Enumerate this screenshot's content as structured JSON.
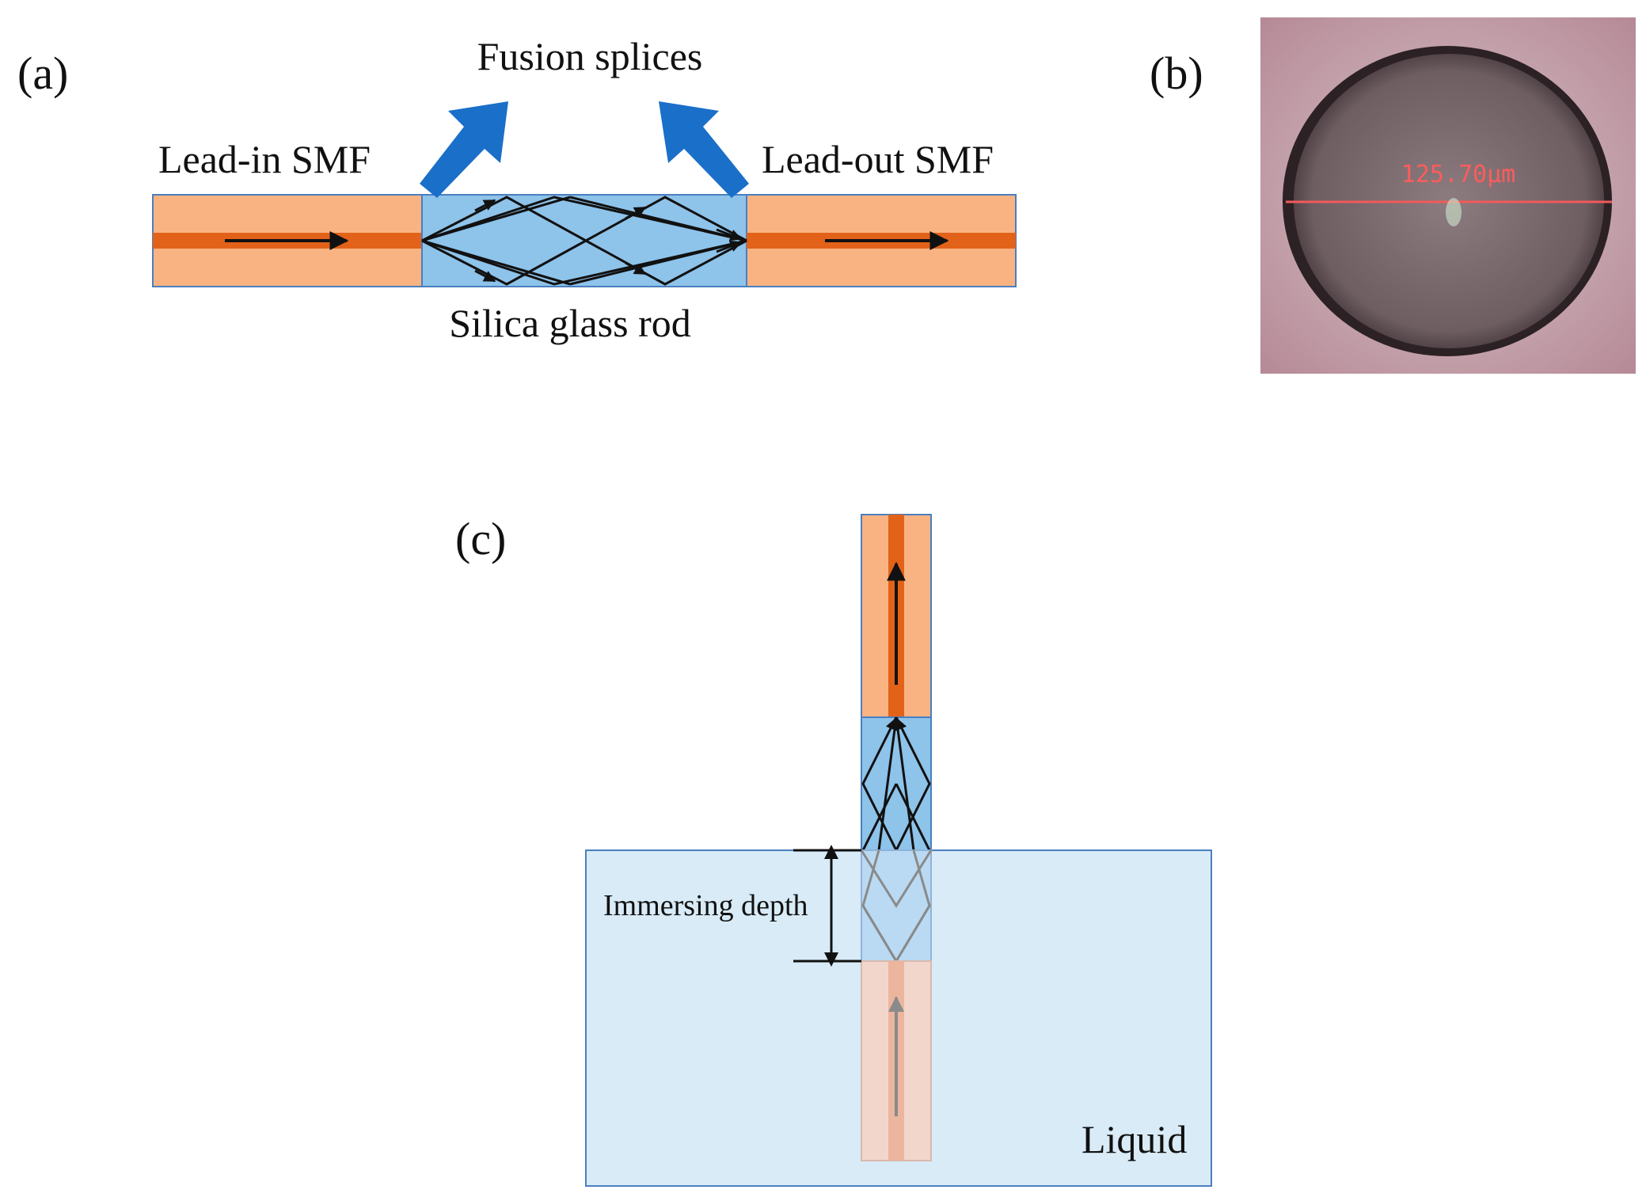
{
  "panels": {
    "a": {
      "tag": "(a)",
      "fusion_splices": "Fusion splices",
      "lead_in": "Lead-in SMF",
      "lead_out": "Lead-out SMF",
      "rod": "Silica glass rod"
    },
    "b": {
      "tag": "(b)",
      "measurement": "125.70μm"
    },
    "c": {
      "tag": "(c)",
      "immersing_depth": "Immersing depth",
      "liquid": "Liquid"
    }
  },
  "colors": {
    "fiber_cladding": "#f9b383",
    "fiber_core": "#e3621a",
    "rod": "#8ec3ea",
    "splice_arrow": "#1a6fc9",
    "liquid": "#d8ebf7",
    "outline": "#4a7fbf"
  }
}
